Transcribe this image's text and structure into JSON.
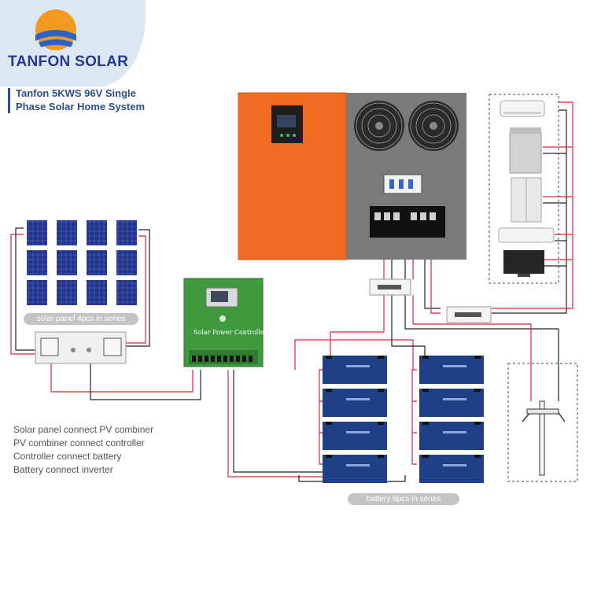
{
  "brand": {
    "name": "TANFON SOLAR"
  },
  "title": {
    "line1": "Tanfon 5KWS 96V Single",
    "line2": "Phase Solar Home System"
  },
  "labels": {
    "solar_panel": "solar panel 4pcs in series",
    "battery": "battery 8pcs in series",
    "controller": "Solar Power Controller"
  },
  "notes": [
    "Solar panel connect PV combiner",
    "PV combiner connect controller",
    "Controller connect battery",
    "Battery connect inverter"
  ],
  "colors": {
    "inverter_orange": "#f26a21",
    "panel_blue": "#1d2c7a",
    "controller_green": "#3f9a3d",
    "wire_red": "#d9263a",
    "wire_black": "#222222",
    "battery_blue": "#1f3f86"
  },
  "icons": [
    "sun-logo-icon",
    "fan-icon",
    "lcd-display-icon",
    "ac-unit-icon",
    "washing-machine-icon",
    "refrigerator-icon",
    "tv-icon",
    "water-heater-icon"
  ]
}
